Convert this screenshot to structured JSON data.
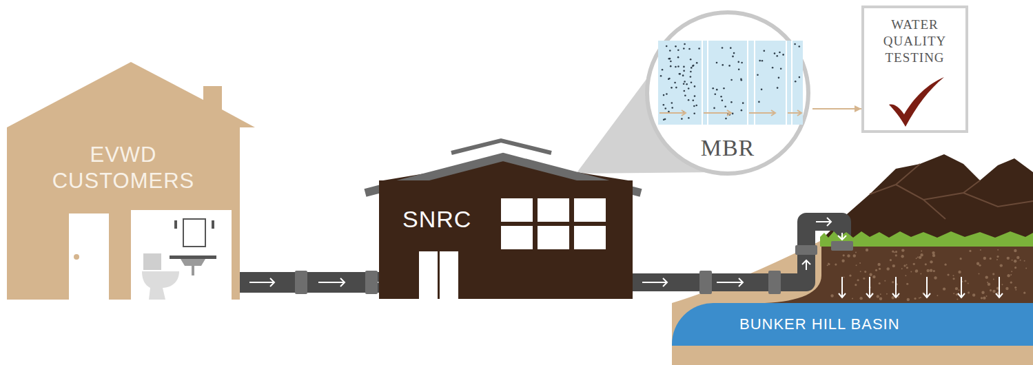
{
  "diagram": {
    "nodes": [
      {
        "text": [
          "EVWD CUSTOMERS"
        ]
      },
      {
        "text": [
          "SNRC"
        ]
      },
      {
        "text": [
          "MBR"
        ]
      },
      {
        "text": [
          "WATER QUALITY TESTING"
        ]
      },
      {
        "text": [
          "BUNKER HILL BASIN"
        ]
      }
    ],
    "edges": [
      {
        "from": 0,
        "to": 1,
        "arrow": "to"
      },
      {
        "from": 1,
        "to": 4,
        "arrow": "to"
      },
      {
        "from": 2,
        "to": 3,
        "arrow": "to"
      }
    ]
  }
}
